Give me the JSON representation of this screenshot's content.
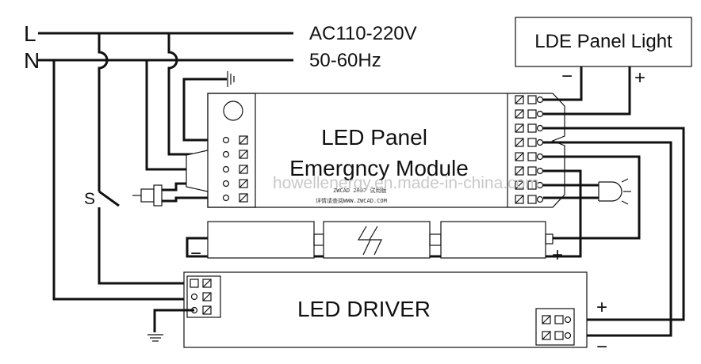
{
  "supply": {
    "line_label": "L",
    "neutral_label": "N",
    "voltage": "AC110-220V",
    "frequency": "50-60Hz"
  },
  "panel_light": {
    "title": "LDE Panel Light",
    "minus": "−",
    "plus": "+"
  },
  "module": {
    "title_line1": "LED  Panel",
    "title_line2": "Emergncy Module",
    "cad_line1": "ZWCAD 2007 试用版",
    "cad_line2": "详情请查阅WWW.ZWCAD.COM"
  },
  "switch": {
    "label": "S"
  },
  "battery": {
    "minus": "−",
    "plus": "+"
  },
  "driver": {
    "title": "LED  DRIVER",
    "plus": "+",
    "minus": "−"
  },
  "watermark": "howellenergy.en.made-in-china.com"
}
